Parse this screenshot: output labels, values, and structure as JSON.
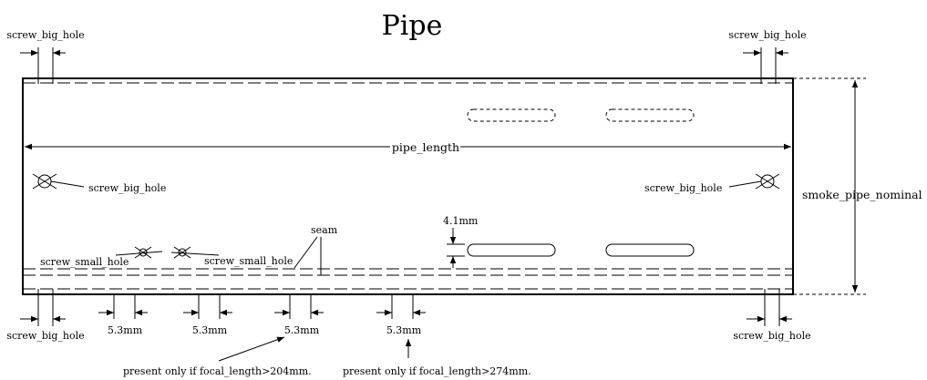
{
  "title": "Pipe",
  "labels": {
    "screw_big_hole": "screw_big_hole",
    "screw_small_hole": "screw_small_hole",
    "pipe_length": "pipe_length",
    "smoke_pipe_nominal": "smoke_pipe_nominal",
    "seam": "seam",
    "slot_width": "4.1mm",
    "spacing": "5.3mm",
    "note_204": "present only if focal_length>204mm.",
    "note_274": "present only if focal_length>274mm."
  }
}
